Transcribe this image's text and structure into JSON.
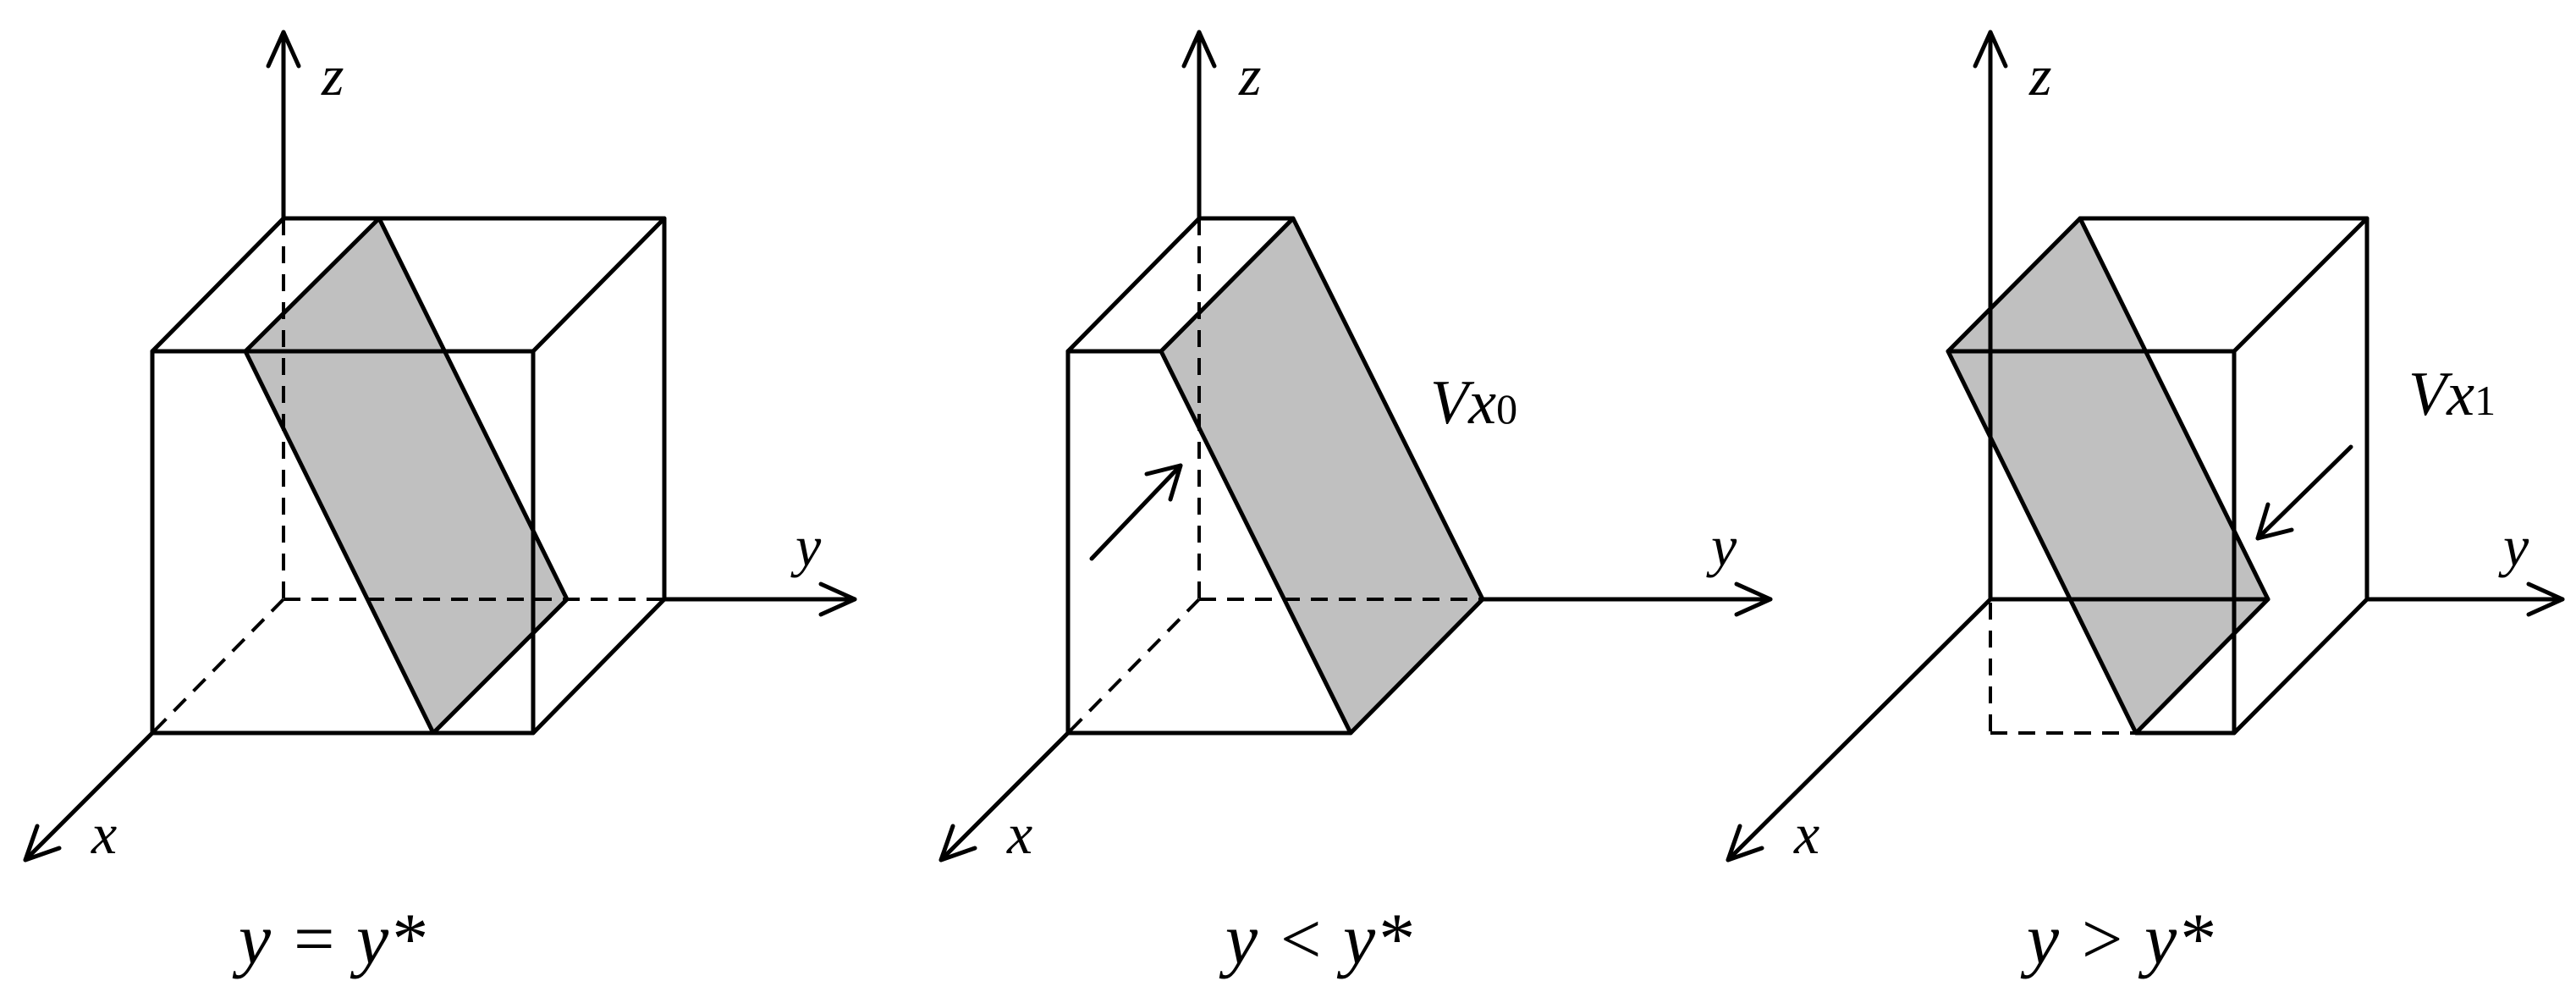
{
  "panels": [
    {
      "caption": "y = y*",
      "axis_x": "x",
      "axis_y": "y",
      "axis_z": "z"
    },
    {
      "caption": "y < y*",
      "axis_x": "x",
      "axis_y": "y",
      "axis_z": "z",
      "volume_label": "V",
      "volume_label_var": "x",
      "volume_label_sub": "0"
    },
    {
      "caption": "y > y*",
      "axis_x": "x",
      "axis_y": "y",
      "axis_z": "z",
      "volume_label": "V",
      "volume_label_var": "x",
      "volume_label_sub": "1"
    }
  ]
}
